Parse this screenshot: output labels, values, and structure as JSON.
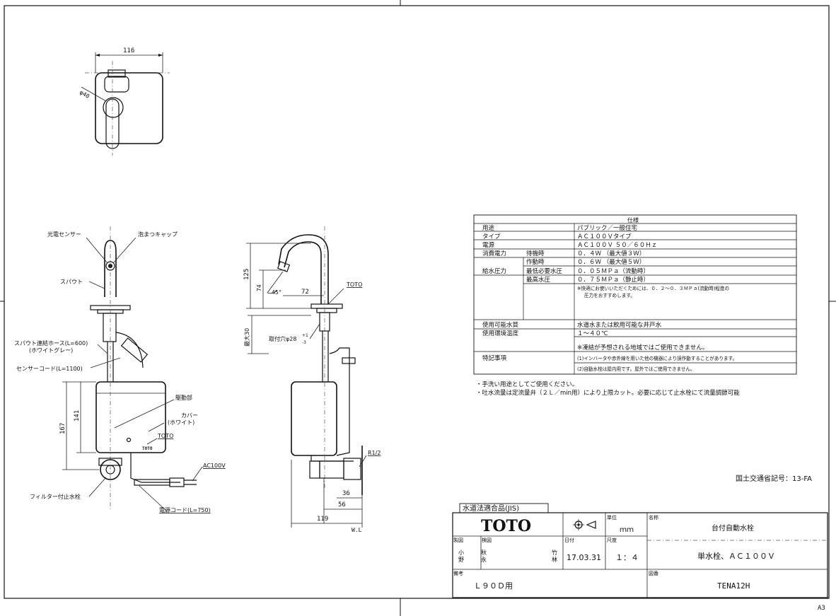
{
  "sheet_size": "A3",
  "top_view": {
    "dim_width": "116",
    "dim_dia": "φ40"
  },
  "front_view": {
    "labels": {
      "sensor": "光電センサー",
      "cap": "泡まつキャップ",
      "spout": "スパウト",
      "hose": "スパウト連結ホース(L=600)",
      "hose_color": "(ホワイトグレー)",
      "sensor_cord": "センサーコード(L=1100)",
      "drive": "駆動部",
      "cover": "カバー",
      "cover_color": "(ホワイト)",
      "toto": "TOTO",
      "ac": "AC100V",
      "filter": "フィルター付止水栓",
      "power_cord": "電源コード(L=750)"
    },
    "dims": {
      "d167": "167",
      "d141": "141"
    }
  },
  "side_view": {
    "labels": {
      "toto": "TOTO",
      "mount_hole": "取付穴φ28",
      "tol_plus": "+1",
      "tol_minus": "-3",
      "max30": "最大30",
      "r12": "R1/2",
      "wl": "W.L"
    },
    "dims": {
      "d125": "125",
      "d74": "74",
      "angle": "45°",
      "d72": "72",
      "d36": "36",
      "d56": "56",
      "d119": "119"
    }
  },
  "spec_table": {
    "title": "仕様",
    "rows": [
      {
        "label": "用途",
        "sub": "",
        "value": "パブリック／一般住宅"
      },
      {
        "label": "タイプ",
        "sub": "",
        "value": "ＡＣ１００Ｖタイプ"
      },
      {
        "label": "電源",
        "sub": "",
        "value": "ＡＣ１００Ｖ ５０／６０Ｈｚ"
      },
      {
        "label": "消費電力",
        "sub": "待機時",
        "value": "０．４Ｗ （最大値３Ｗ）"
      },
      {
        "label": "",
        "sub": "作動時",
        "value": "０．６Ｗ （最大値５Ｗ）"
      },
      {
        "label": "給水圧力",
        "sub": "最低必要水圧",
        "value": "０．０５ＭＰａ（流動時）"
      },
      {
        "label": "",
        "sub": "最高水圧",
        "value": "０．７５ＭＰａ（静止時）"
      },
      {
        "label": "",
        "sub": "",
        "value": "※快適にお使いいただくためには、０．２～０．３ＭＰａ(流動時)程度の"
      },
      {
        "label": "",
        "sub": "",
        "value": "圧力をおすすめします。"
      },
      {
        "label": "使用可能水質",
        "sub": "",
        "value": "水道水または飲用可能な井戸水"
      },
      {
        "label": "使用環境温度",
        "sub": "",
        "value": "１～４０℃"
      },
      {
        "label": "",
        "sub": "",
        "value": "※凍結が予想される地域ではご使用できません。"
      },
      {
        "label": "特記事項",
        "sub": "",
        "value": "(1)インバータや赤外線を用いた他の機器により誤作動することがあります。"
      },
      {
        "label": "",
        "sub": "",
        "value": "(2)自動水栓は屋内用です。屋外ではご使用できません。"
      }
    ]
  },
  "notes": [
    "・手洗い用途としてご使用ください。",
    "・吐水流量は定流量弁（２Ｌ／min用）により上限カット。必要に応じて止水栓にて流量調節可能"
  ],
  "ministry_code": "国土交通省記号：13-FA",
  "title_block": {
    "jis": "水道法適合品(JIS)",
    "brand": "TOTO",
    "unit_label": "単位",
    "unit": "ｍｍ",
    "name_label": "名称",
    "name": "台付自動水栓",
    "drawn_label": "製図",
    "drawn_by": [
      "小",
      "野"
    ],
    "checked_label": "検図",
    "checked_by": [
      "秋",
      "永"
    ],
    "approved_by": [
      "竹",
      "林"
    ],
    "date_label": "日付",
    "date": "17.03.31",
    "scale_label": "尺度",
    "scale": "１：４",
    "subname": "単水栓、ＡＣ１００Ｖ",
    "remarks_label": "備考",
    "remarks": "Ｌ９０Ｄ用",
    "dwg_label": "図番",
    "dwg_no": "TENA12H"
  }
}
